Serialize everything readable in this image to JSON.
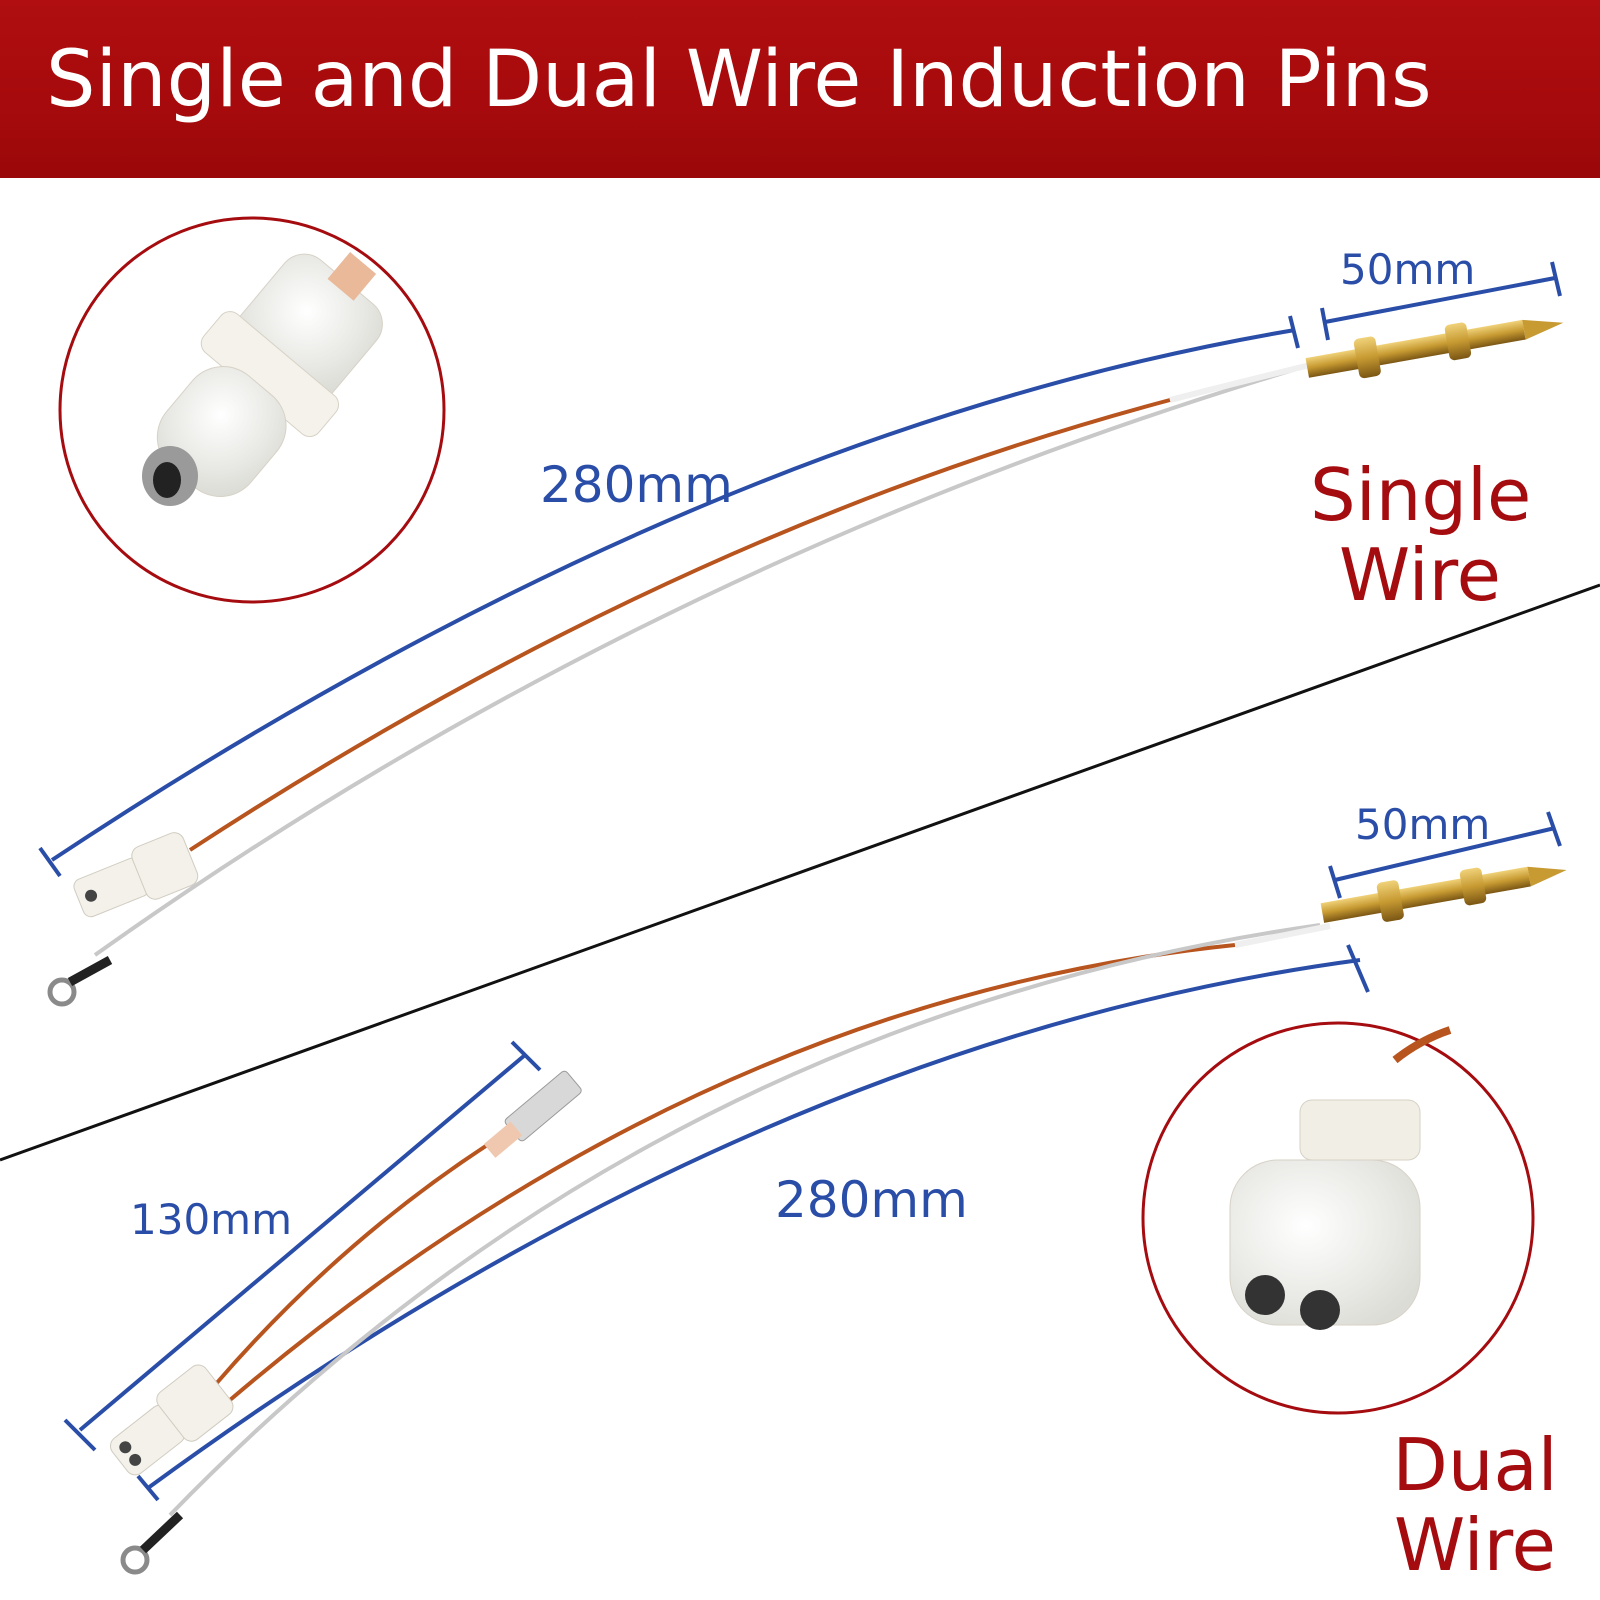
{
  "banner": {
    "title": "Single and Dual Wire Induction Pins",
    "background_color": "#a80b0d",
    "text_color": "#ffffff"
  },
  "single": {
    "label_line1": "Single",
    "label_line2": "Wire",
    "length_label": "280mm",
    "tip_label": "50mm"
  },
  "dual": {
    "label_line1": "Dual",
    "label_line2": "Wire",
    "length_label": "280mm",
    "tip_label": "50mm",
    "lead_label": "130mm"
  },
  "colors": {
    "dimension_line": "#2a4ea8",
    "label_red": "#a50c10",
    "copper_wire": "#b8541e",
    "brass_tip": "#c79a32",
    "divider": "#111111"
  }
}
